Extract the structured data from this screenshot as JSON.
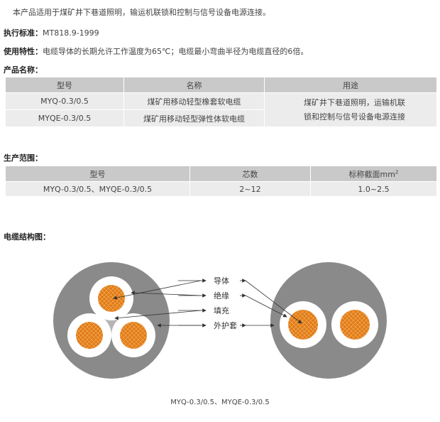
{
  "intro": "本产品适用于煤矿井下巷道照明，输运机联锁和控制与信号设备电源连接。",
  "standard": {
    "label": "执行标准：",
    "value": "MT818.9-1999"
  },
  "characteristics": {
    "label": "使用特性：",
    "value": "电缆导体的长期允许工作温度为65℃；电缆最小弯曲半径为电缆直径的6倍。"
  },
  "product_heading": "产品名称：",
  "product_table": {
    "headers": [
      "型号",
      "名称",
      "用途"
    ],
    "rows": [
      {
        "model": "MYQ-0.3/0.5",
        "name": "煤矿用移动轻型橡套软电缆"
      },
      {
        "model": "MYQE-0.3/0.5",
        "name": "煤矿用移动轻型弹性体软电缆"
      }
    ],
    "usage_line1": "煤矿井下巷道照明，运输机联",
    "usage_line2": "锁和控制与信号设备电源连接"
  },
  "production_heading": "生产范围：",
  "production_table": {
    "headers": [
      "型号",
      "芯数",
      "标称截面mm",
      "2"
    ],
    "row": [
      "MYQ-0.3/0.5、MYQE-0.3/0.5",
      "2~12",
      "1.0~2.5"
    ]
  },
  "structure_heading": "电缆结构图：",
  "diagram": {
    "labels": [
      "导体",
      "绝缘",
      "填充",
      "外护套"
    ],
    "caption": "MYQ-0.3/0.5、MYQE-0.3/0.5",
    "colors": {
      "sheath": "#8a8a8a",
      "insulation": "#ffffff",
      "conductor": "#e07a18",
      "filler": "#b5b5b5"
    }
  }
}
